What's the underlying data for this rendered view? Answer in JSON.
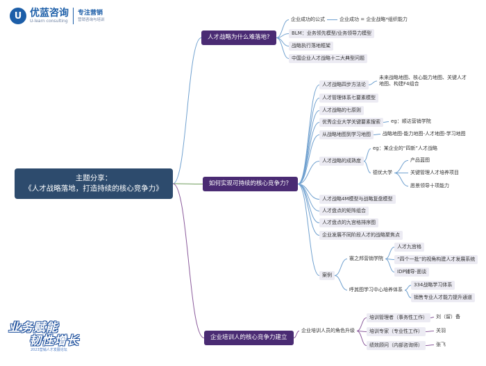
{
  "logo": {
    "name_cn": "优蓝咨询",
    "name_en": "U-learn consulting",
    "slogan": "专注营销",
    "slogan_sub": "营销咨询与培训"
  },
  "root": {
    "line1": "主题分享：",
    "line2": "《人才战略落地，打造持续的核心竞争力》"
  },
  "branches": {
    "b1": {
      "title": "人才战略为什么难落地?",
      "items": {
        "formula": "企业成功的公式",
        "formula_value": "企业成功 = 企业战略*组织能力",
        "blm": "BLM：业务领先模型/业务领导力模型",
        "framework": "战略执行落地框架",
        "problems": "中国企业人才战略十二大典型问题"
      }
    },
    "b2": {
      "title": "如何实现可持续的核心竞争力？",
      "items": {
        "four_step": "人才战略四步方法论",
        "four_step_detail": "未来战略地图、核心能力地图、关键人才地图、构建F4组合",
        "seven_elements": "人才管理体系七要素模型",
        "seven_principles": "人才战略的七原则",
        "excellent_univ": "优秀企业大学关键要素搜索",
        "excellent_univ_eg": "eg：顺达营销学院",
        "from_map": "从战略地图到学习地图",
        "from_map_detail": "战略地图-能力地图-人才地图-学习地图",
        "maturity": "人才战略的成熟度",
        "maturity_eg": "eg：某企业的“四新”人才战略",
        "tegong": "德优大学",
        "product_map": "产品蓝图",
        "key_talent": "关键管理人才培养项目",
        "leader_ten": "愿景领导十项能力",
        "four_m": "人才战略4M模型与战略复盘模型",
        "matrix": "人才盘点的矩阵组合",
        "nine_grid": "人才盘点的九宫格排序图",
        "focus": "企业发展不同阶段人才的战略聚焦点",
        "cases": "案例",
        "case1": "寰之邦营销学院",
        "case1_a": "人才九宫格",
        "case1_b": "“四个一批”的视角构建人才发展系统",
        "case1_c": "IDP辅导-面谈",
        "case2": "呼其图学习中心培养体系",
        "case2_a": "334战略学习体系",
        "case2_b": "销售专业人才能力提升通道"
      }
    },
    "b3": {
      "title": "企业培训人的核心竞争力建立",
      "items": {
        "roles": "企业培训人员的角色升级",
        "r1": "培训管理者（事务性工作）",
        "r1_name": "刘（留）备",
        "r2": "培训专家（专业性工作）",
        "r2_name": "关羽",
        "r3": "绩效顾问（内部咨询师）",
        "r3_name": "张飞"
      }
    }
  },
  "brand_bottom": {
    "line1": "业务赋能",
    "line2": "韧性增长",
    "line3": "2023营销人才发展论坛"
  },
  "colors": {
    "main_node": "#4a2b73",
    "root_node": "#2d4b6d",
    "leaf_bg": "#ecebf3",
    "line_blue": "#6fa0cf",
    "line_green": "#6c9b5a",
    "line_purple": "#8a5a9b",
    "logo_blue": "#1c5ea8"
  }
}
